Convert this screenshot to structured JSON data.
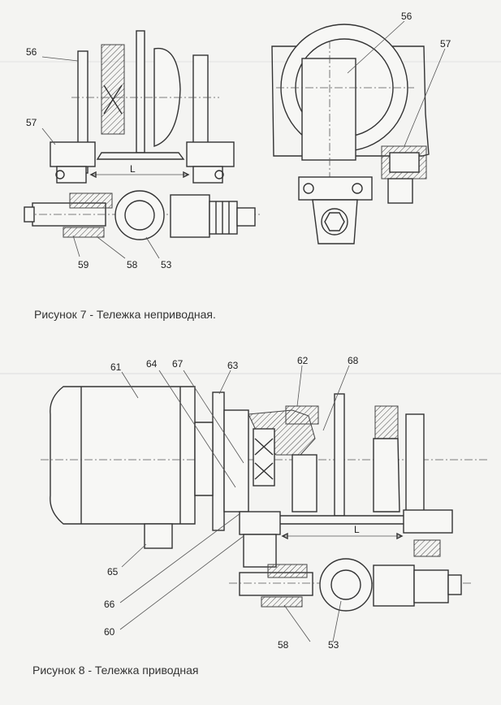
{
  "figure7": {
    "caption": "Рисунок 7 - Тележка неприводная.",
    "callouts": [
      "56",
      "57",
      "59",
      "58",
      "53",
      "56",
      "57"
    ],
    "dimension_label": "L"
  },
  "figure8": {
    "caption": "Рисунок 8 - Тележка приводная",
    "callouts": [
      "61",
      "64",
      "67",
      "63",
      "62",
      "68",
      "65",
      "66",
      "60",
      "58",
      "53"
    ],
    "dimension_label": "L"
  }
}
